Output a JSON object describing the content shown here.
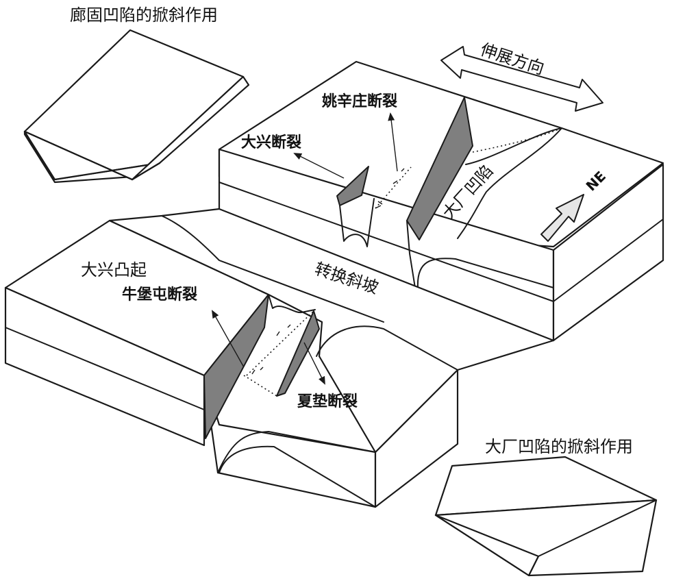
{
  "labels": {
    "langgu_tilt": "廊固凹陷的掀斜作用",
    "dachang_tilt": "大厂凹陷的掀斜作用",
    "extension_direction": "伸展方向",
    "yaoxinzhuang_fault": "姚辛庄断裂",
    "daxing_fault": "大兴断裂",
    "dachang_sag": "大厂凹陷",
    "north_east": "NE",
    "daxing_uplift": "大兴凸起",
    "niubaotun_fault": "牛堡屯断裂",
    "transfer_slope": "转换斜坡",
    "xiadian_fault": "夏垫断裂"
  },
  "colors": {
    "line": "#1a1a1a",
    "fault_plane": "#7f7f7f",
    "arrow_fill": "#e6e6e6",
    "background": "#ffffff"
  }
}
